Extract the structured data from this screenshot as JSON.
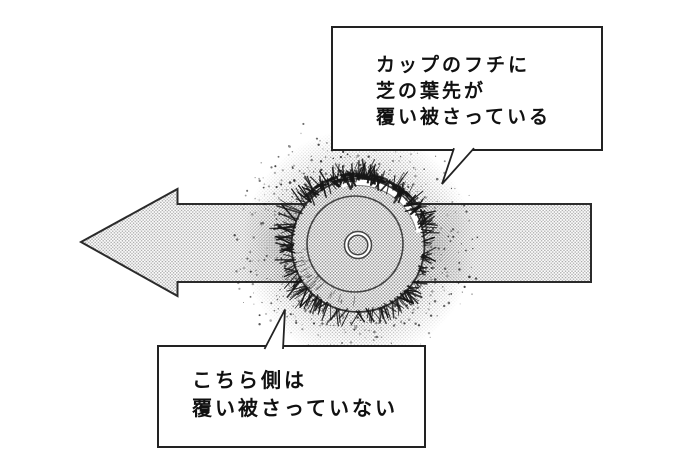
{
  "callouts": {
    "top": {
      "lines": {
        "0": "カップのフチに",
        "1": "芝の葉先が",
        "2": "覆い被さっている"
      }
    },
    "bottom": {
      "lines": {
        "0": "こちら側は",
        "1": "覆い被さっていない"
      }
    }
  },
  "colors": {
    "ink": "#222222",
    "halftone_arrow_dot": "#a9a9a9",
    "halftone_cup_dot": "#8f8f8f",
    "halftone_shade_dot": "#3a3a3a",
    "grass_ink": "#161616",
    "background": "#ffffff"
  }
}
